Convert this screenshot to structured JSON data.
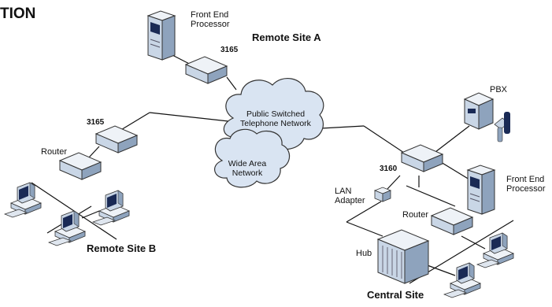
{
  "title": "TION",
  "sites": {
    "remote_a": "Remote Site A",
    "remote_b": "Remote Site B",
    "central": "Central Site"
  },
  "clouds": {
    "pstn_line1": "Public Switched",
    "pstn_line2": "Telephone Network",
    "wan_line1": "Wide Area",
    "wan_line2": "Network"
  },
  "devices": {
    "fep_a_line1": "Front End",
    "fep_a_line2": "Processor",
    "modem_a": "3165",
    "modem_b": "3165",
    "router_b": "Router",
    "modem_c": "3160",
    "pbx": "PBX",
    "fep_c_line1": "Front End",
    "fep_c_line2": "Processor",
    "lan_adapter_line1": "LAN",
    "lan_adapter_line2": "Adapter",
    "router_c": "Router",
    "hub": "Hub"
  },
  "colors": {
    "device_top": "#eef2f7",
    "device_front": "#c9d6e6",
    "device_side": "#8ea3bd",
    "screen": "#1a2a55",
    "cloud_fill": "#d9e4f2",
    "line": "#111111"
  }
}
